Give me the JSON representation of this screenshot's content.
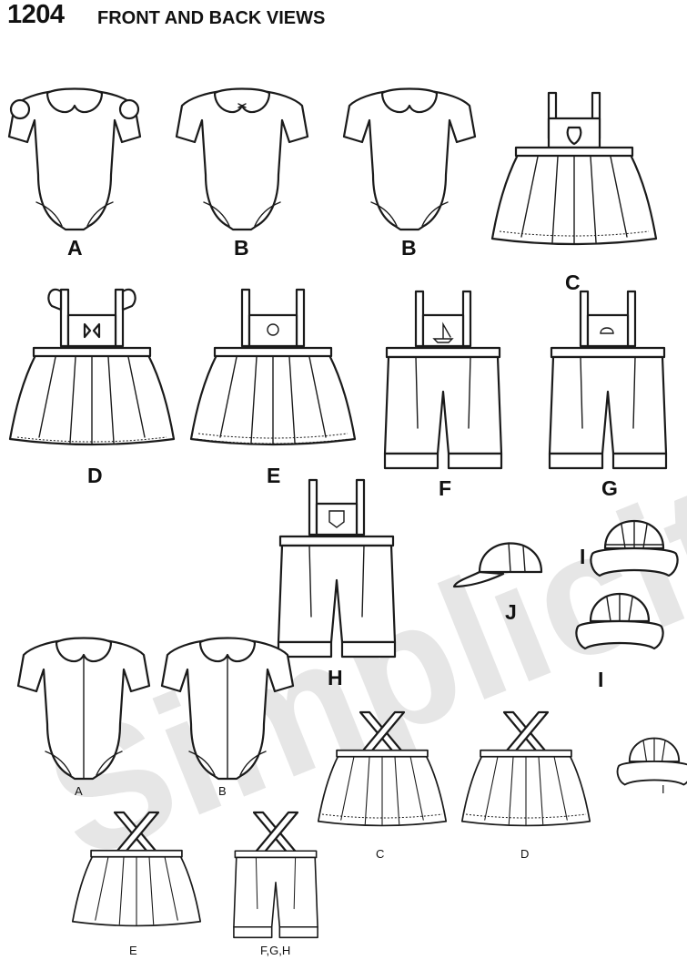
{
  "header": {
    "pattern_number": "1204",
    "title": "FRONT AND BACK VIEWS"
  },
  "watermark": "Simplicity",
  "colors": {
    "ink": "#1a1a1a",
    "watermark": "#e6e6e6",
    "background": "#ffffff"
  },
  "views": {
    "front": {
      "bodysuit_a": "A",
      "bodysuit_b1": "B",
      "bodysuit_b2": "B",
      "jumper_c": "C",
      "jumper_d": "D",
      "jumper_e": "E",
      "shortall_f": "F",
      "shortall_g": "G",
      "shortall_h": "H",
      "hat_j": "J",
      "hat_i1": "I",
      "hat_i2": "I"
    },
    "back": {
      "bodysuit_a": "A",
      "bodysuit_b": "B",
      "jumper_c": "C",
      "jumper_d": "D",
      "jumper_e": "E",
      "shortall_fgh": "F,G,H",
      "hat_i": "I"
    }
  }
}
